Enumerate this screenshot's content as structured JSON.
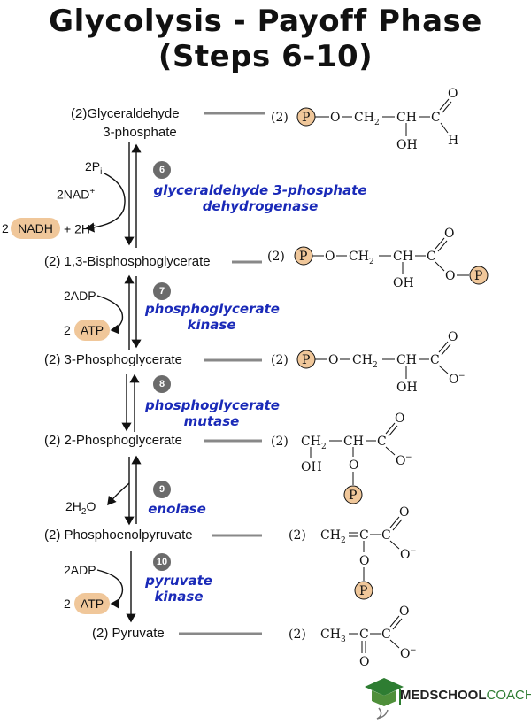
{
  "title_line1": "Glycolysis - Payoff Phase",
  "title_line2": "(Steps 6-10)",
  "metabolites": [
    {
      "count": "(2)",
      "name": "Glyceraldehyde",
      "name2": "3-phosphate"
    },
    {
      "count": "(2)",
      "name": "1,3-Bisphosphoglycerate"
    },
    {
      "count": "(2)",
      "name": "3-Phosphoglycerate"
    },
    {
      "count": "(2)",
      "name": "2-Phosphoglycerate"
    },
    {
      "count": "(2)",
      "name": "Phosphoenolpyruvate"
    },
    {
      "count": "(2)",
      "name": "Pyruvate"
    }
  ],
  "steps": [
    {
      "number": "6",
      "enzyme_line1": "glyceraldehyde 3-phosphate",
      "enzyme_line2": "dehydrogenase"
    },
    {
      "number": "7",
      "enzyme_line1": "phosphoglycerate",
      "enzyme_line2": "kinase"
    },
    {
      "number": "8",
      "enzyme_line1": "phosphoglycerate",
      "enzyme_line2": "mutase"
    },
    {
      "number": "9",
      "enzyme_line1": "enolase"
    },
    {
      "number": "10",
      "enzyme_line1": "pyruvate",
      "enzyme_line2": "kinase"
    }
  ],
  "cofactors": {
    "step6_in1": "2P",
    "step6_in1_sub": "i",
    "step6_in2": "2NAD",
    "step6_in2_sup": "+",
    "step6_out_count": "2",
    "step6_out": "NADH",
    "step6_out_extra": "+ 2H",
    "step6_out_extra_sup": "+",
    "step7_in": "2ADP",
    "step7_out_count": "2",
    "step7_out": "ATP",
    "step9_out": "2H",
    "step9_out_sub": "2",
    "step9_out_end": "O",
    "step10_in": "2ADP",
    "step10_out_count": "2",
    "step10_out": "ATP"
  },
  "structures": {
    "count": "(2)",
    "P": "P",
    "O": "O",
    "CH2": "CH",
    "sub2": "2",
    "CH": "CH",
    "C": "C",
    "H": "H",
    "OH": "OH",
    "Ominus": "O",
    "minus": "−",
    "CH3": "CH",
    "sub3": "3"
  },
  "logo": {
    "part1": "MEDSCHOOL",
    "part2": "COACH"
  },
  "colors": {
    "pill": "#f0c79a",
    "enzyme": "#1a2ab8",
    "badge": "#6b6b6b",
    "logo_green": "#2e7d32"
  }
}
